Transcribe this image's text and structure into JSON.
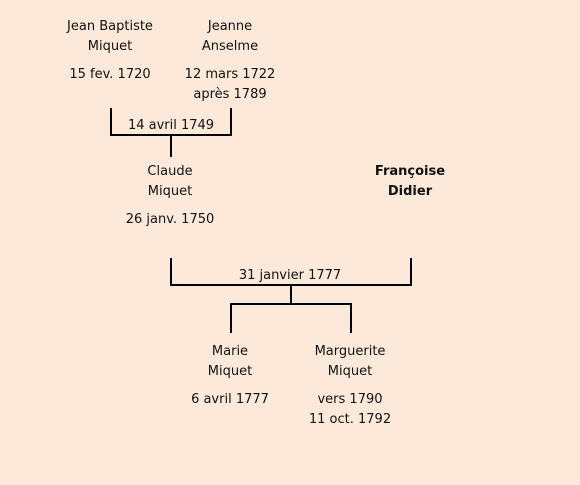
{
  "people": {
    "jean_baptiste": {
      "first": "Jean Baptiste",
      "last": "Miquet",
      "birth": "15 fev. 1720",
      "death": ""
    },
    "jeanne": {
      "first": "Jeanne",
      "last": "Anselme",
      "birth": "12 mars 1722",
      "death": "après 1789"
    },
    "claude": {
      "first": "Claude",
      "last": "Miquet",
      "birth": "26 janv. 1750",
      "death": ""
    },
    "francoise": {
      "first": "Françoise",
      "last": "Didier",
      "birth": "",
      "death": ""
    },
    "marie": {
      "first": "Marie",
      "last": "Miquet",
      "birth": "6 avril 1777",
      "death": ""
    },
    "marguerite": {
      "first": "Marguerite",
      "last": "Miquet",
      "birth": "vers 1790",
      "death": "11 oct. 1792"
    }
  },
  "marriages": {
    "m1": "14 avril 1749",
    "m2": "31 janvier 1777"
  },
  "colors": {
    "background": "#fde9d9",
    "line": "#000000"
  }
}
